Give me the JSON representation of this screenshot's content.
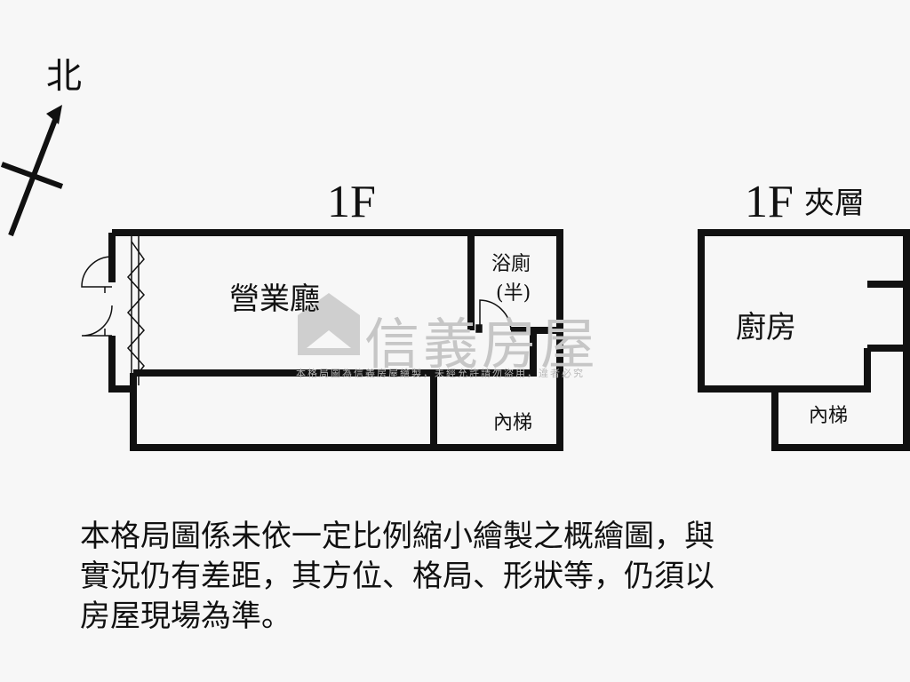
{
  "compass": {
    "north_label": "北"
  },
  "floors": {
    "first": {
      "title": "1F",
      "rooms": {
        "hall": "營業廳",
        "bath_line1": "浴廁",
        "bath_line2": "(半)",
        "stairs": "內梯"
      }
    },
    "mezzanine": {
      "title": "1F",
      "subtitle": "夾層",
      "rooms": {
        "kitchen": "廚房",
        "stairs": "內梯"
      }
    }
  },
  "watermark": {
    "brand": "信義房屋",
    "notice": "本格局圖為信義房屋繪製，未經允許請勿盜用，違者必究"
  },
  "disclaimer": {
    "line1": "本格局圖係未依一定比例縮小繪製之概繪圖，與",
    "line2": "實況仍有差距，其方位、格局、形狀等，仍須以",
    "line3": "房屋現場為準。"
  }
}
